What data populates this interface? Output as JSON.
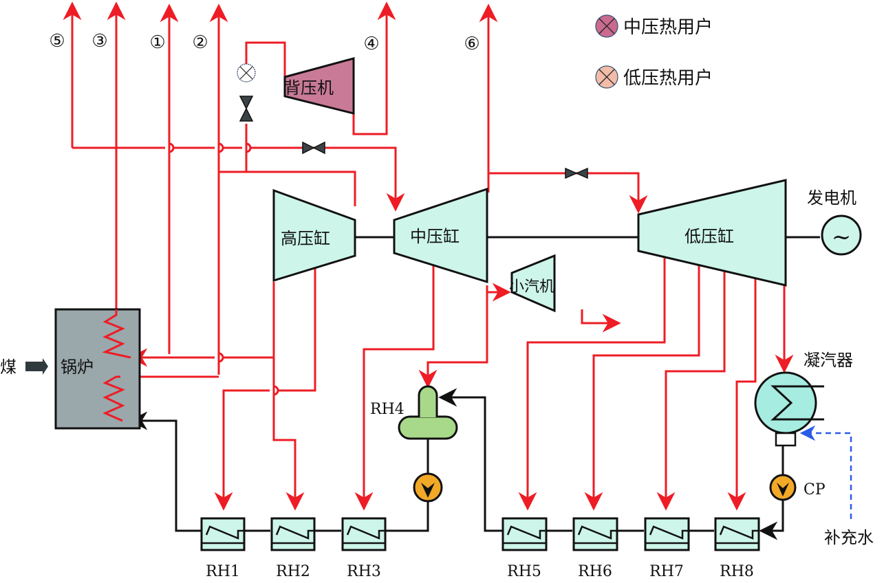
{
  "colors": {
    "steam_line": "#ee1c25",
    "water_line": "#111111",
    "makeup_line": "#2a5ae8",
    "turbine_fill": "#cdf5ea",
    "boiler_fill": "#9aa7ab",
    "deaerator_fill": "#a8d98a",
    "pump_fill": "#f2a928",
    "condenser_fill": "#a6ece0",
    "backpressure_fill": "#c97a96",
    "mp_user_fill": "#c96a8e",
    "lp_user_fill": "#f2bca8"
  },
  "legend": {
    "mp_user": "中压热用户",
    "lp_user": "低压热用户"
  },
  "extraction_labels": [
    "⑤",
    "③",
    "①",
    "②",
    "④",
    "⑥"
  ],
  "components": {
    "backpressure": "背压机",
    "hp": "高压缸",
    "ip": "中压缸",
    "lp": "低压缸",
    "small_turbine": "小汽机",
    "generator": "发电机",
    "generator_symbol": "~",
    "condenser": "凝汽器",
    "boiler": "锅炉",
    "coal": "煤",
    "makeup_water": "补充水",
    "condensate_pump": "CP",
    "deaerator": "RH4"
  },
  "heaters": [
    "RH1",
    "RH2",
    "RH3",
    "RH5",
    "RH6",
    "RH7",
    "RH8"
  ]
}
